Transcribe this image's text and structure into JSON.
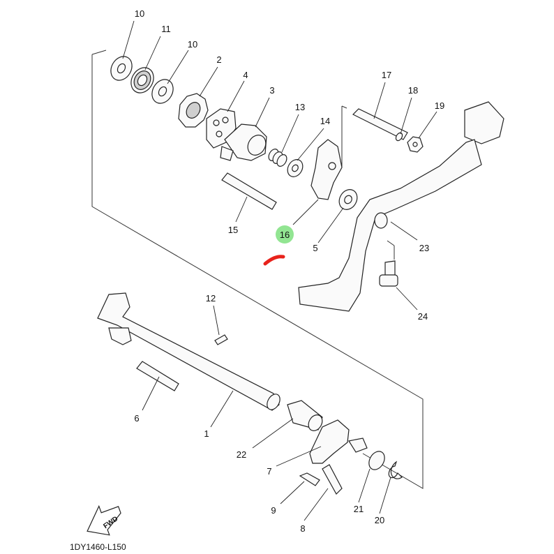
{
  "callouts": {
    "c10a": "10",
    "c11": "11",
    "c10b": "10",
    "c2": "2",
    "c4": "4",
    "c3": "3",
    "c13": "13",
    "c14": "14",
    "c17": "17",
    "c18": "18",
    "c19": "19",
    "c15": "15",
    "c16": "16",
    "c5": "5",
    "c23": "23",
    "c24": "24",
    "c12": "12",
    "c6": "6",
    "c1": "1",
    "c22": "22",
    "c7": "7",
    "c9": "9",
    "c8": "8",
    "c21": "21",
    "c20": "20"
  },
  "fwd_label": "FWD",
  "diagram_code": "1DY1460-L150",
  "highlight": {
    "part": "16",
    "color": "#7fe07f"
  },
  "marker_color": "#e8221b"
}
